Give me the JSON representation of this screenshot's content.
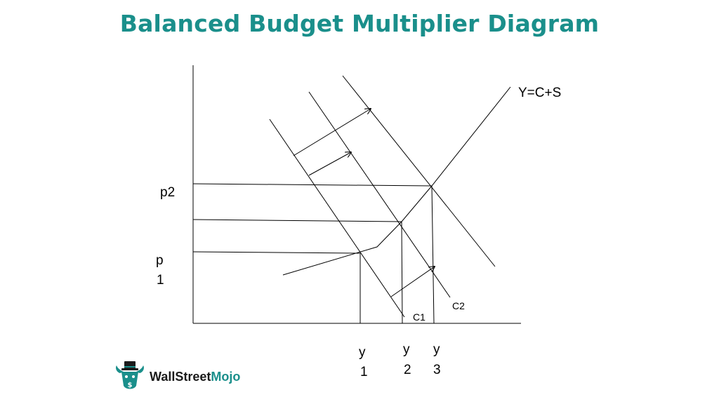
{
  "title": "Balanced Budget Multiplier Diagram",
  "labels": {
    "yline": "Y=C+S",
    "p2": "p2",
    "p1_line1": "p",
    "p1_line2": "1",
    "c1": "C1",
    "c2": "C2",
    "y1_top": "y",
    "y1_bottom": "1",
    "y2_top": "y",
    "y2_bottom": "2",
    "y3_top": "y",
    "y3_bottom": "3"
  },
  "logo": {
    "text_part1": "Wall",
    "text_part2": "Street",
    "text_part3": "Mojo"
  },
  "colors": {
    "title": "#1a8f8b",
    "brand": "#1a8f8b",
    "lines": "#000000"
  }
}
